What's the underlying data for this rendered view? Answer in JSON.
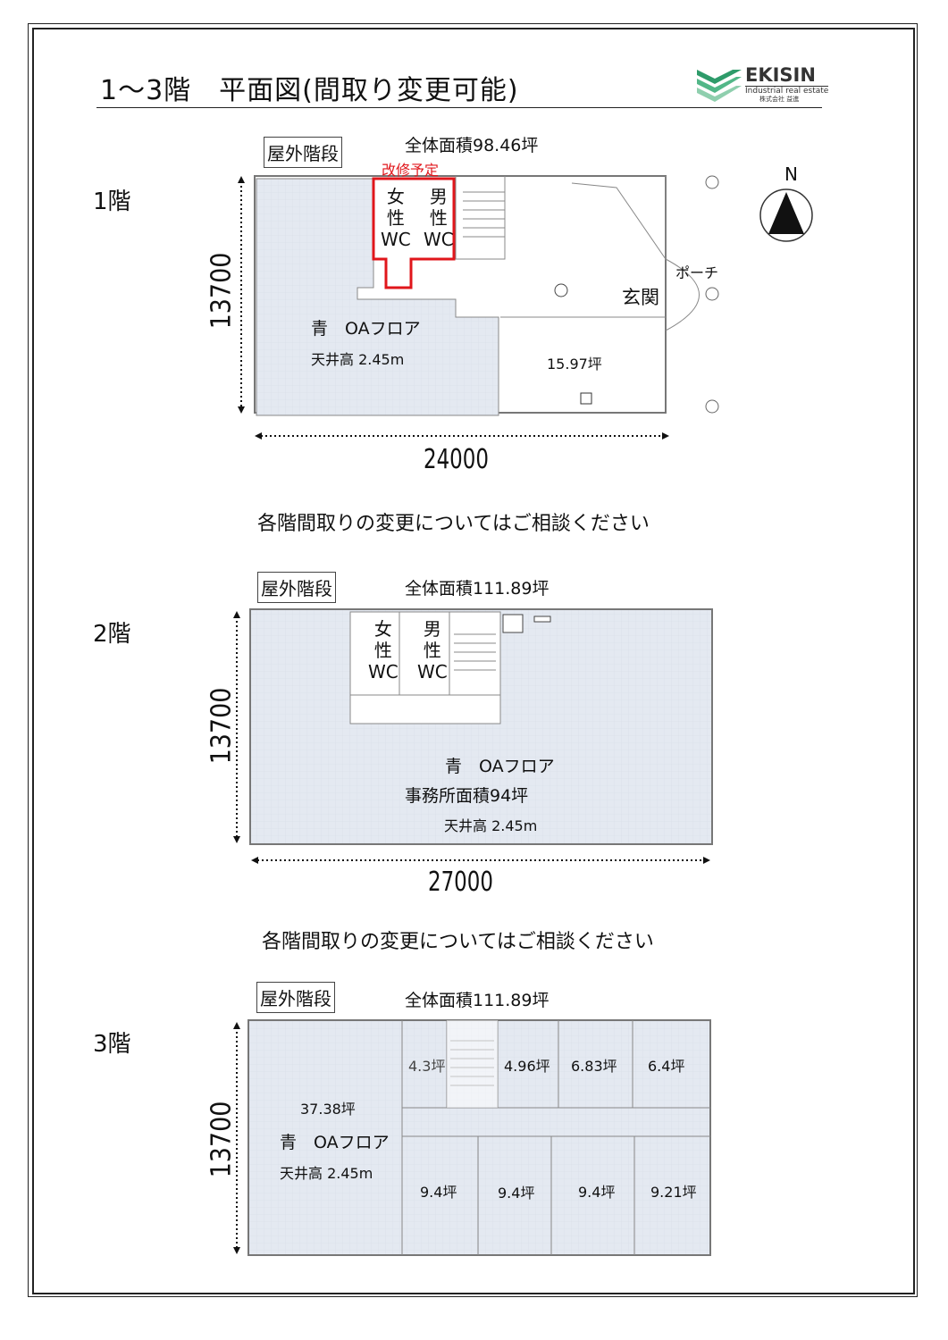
{
  "title": "1～3階　平面図(間取り変更可能)",
  "logo": {
    "name": "EKISIN",
    "tagline": "Industrial real estate",
    "company": "株式会社 益進"
  },
  "compass": "N",
  "note": "各階間取りの変更についてはご相談ください",
  "floor1": {
    "label": "1階",
    "stairs": "屋外階段",
    "total_area": "全体面積98.46坪",
    "renovation": "改修予定",
    "wc_female": [
      "女",
      "性",
      "WC"
    ],
    "wc_male": [
      "男",
      "性",
      "WC"
    ],
    "oa": "青　OAフロア",
    "ceiling": "天井高 2.45m",
    "room_area": "15.97坪",
    "entrance": "玄関",
    "porch": "ポーチ",
    "dim_v": "13700",
    "dim_h": "24000"
  },
  "floor2": {
    "label": "2階",
    "stairs": "屋外階段",
    "total_area": "全体面積111.89坪",
    "wc_female": [
      "女",
      "性",
      "WC"
    ],
    "wc_male": [
      "男",
      "性",
      "WC"
    ],
    "oa": "青　OAフロア",
    "office_area": "事務所面積94坪",
    "ceiling": "天井高 2.45m",
    "dim_v": "13700",
    "dim_h": "27000"
  },
  "floor3": {
    "label": "3階",
    "stairs": "屋外階段",
    "total_area": "全体面積111.89坪",
    "main_area": "37.38坪",
    "oa": "青　OAフロア",
    "ceiling": "天井高 2.45m",
    "rooms_top": [
      "4.3坪",
      "4.96坪",
      "6.83坪",
      "6.4坪"
    ],
    "rooms_bottom": [
      "9.4坪",
      "9.4坪",
      "9.4坪",
      "9.21坪"
    ],
    "dim_v": "13700"
  },
  "colors": {
    "floor_fill": "#e4e9f1",
    "renovation": "#e0161b",
    "logo_green": "#2e9b6a"
  }
}
